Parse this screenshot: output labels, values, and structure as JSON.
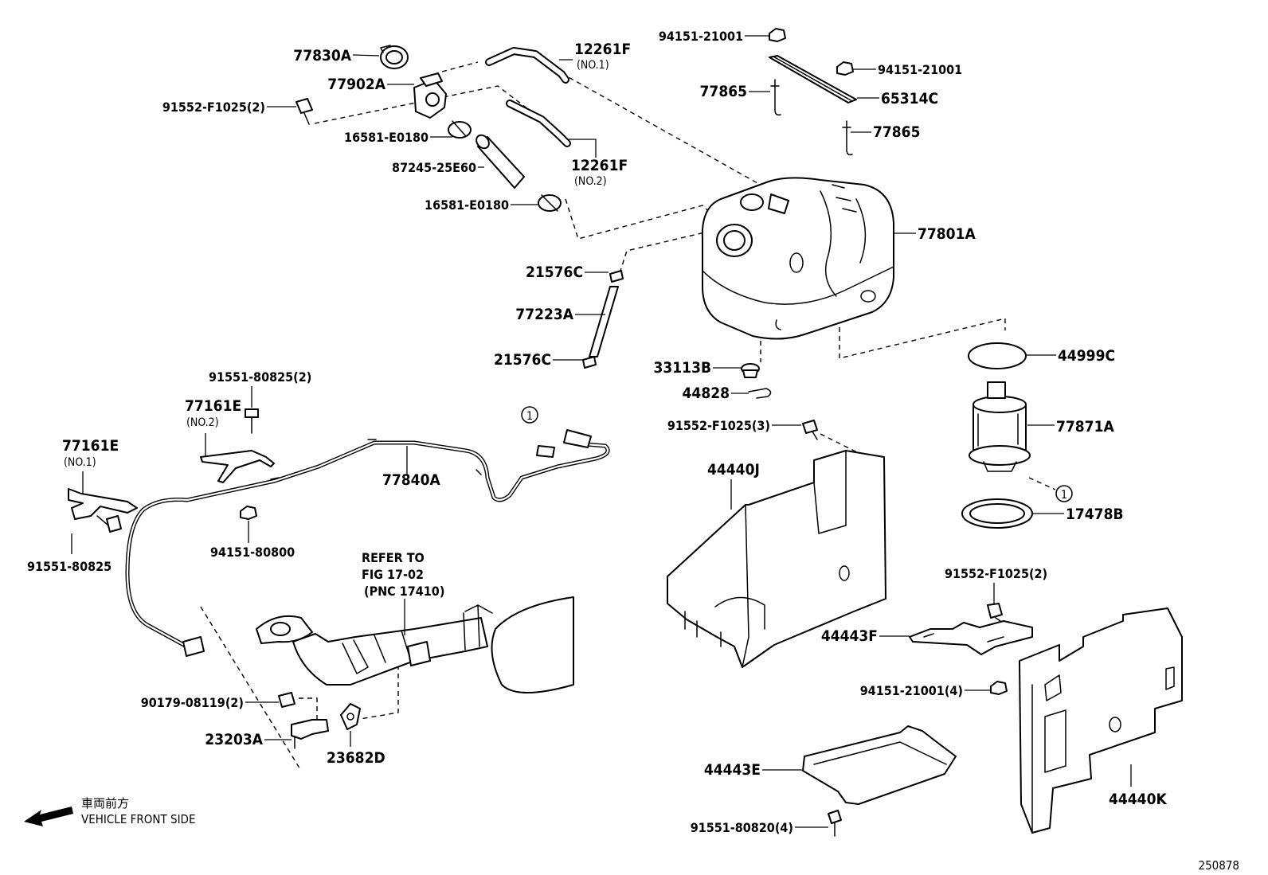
{
  "labels": {
    "p77830A": "77830A",
    "p12261F_1": "12261F",
    "p12261F_1_sub": "(NO.1)",
    "p77902A": "77902A",
    "p91552_F1025_2_top": "91552-F1025(2)",
    "p16581_E0180_a": "16581-E0180",
    "p87245_25E60": "87245-25E60",
    "p12261F_2": "12261F",
    "p12261F_2_sub": "(NO.2)",
    "p16581_E0180_b": "16581-E0180",
    "p94151_21001_a": "94151-21001",
    "p94151_21001_b": "94151-21001",
    "p77865_a": "77865",
    "p65314C": "65314C",
    "p77865_b": "77865",
    "p77801A": "77801A",
    "p21576C_a": "21576C",
    "p77223A": "77223A",
    "p21576C_b": "21576C",
    "p33113B": "33113B",
    "p44828": "44828",
    "p44999C": "44999C",
    "p91551_80825_2": "91551-80825(2)",
    "p77161E_2": "77161E",
    "p77161E_2_sub": "(NO.2)",
    "p77161E_1": "77161E",
    "p77161E_1_sub": "(NO.1)",
    "p77840A": "77840A",
    "p91552_F1025_3": "91552-F1025(3)",
    "p44440J": "44440J",
    "p77871A": "77871A",
    "p17478B": "17478B",
    "p94151_80800": "94151-80800",
    "p91551_80825": "91551-80825",
    "refer_line1": "REFER TO",
    "refer_line2": "FIG 17-02",
    "refer_line3": "(PNC 17410)",
    "p91552_F1025_2_mid": "91552-F1025(2)",
    "p44443F": "44443F",
    "p90179_08119_2": "90179-08119(2)",
    "p94151_21001_4": "94151-21001(4)",
    "p23203A": "23203A",
    "p23682D": "23682D",
    "p44443E": "44443E",
    "p44440K": "44440K",
    "p91551_80820_4": "91551-80820(4)",
    "circle_ref": "1"
  },
  "footer": {
    "direction_jp": "車両前方",
    "direction_en": "VEHICLE FRONT SIDE",
    "illustration_no": "250878"
  }
}
